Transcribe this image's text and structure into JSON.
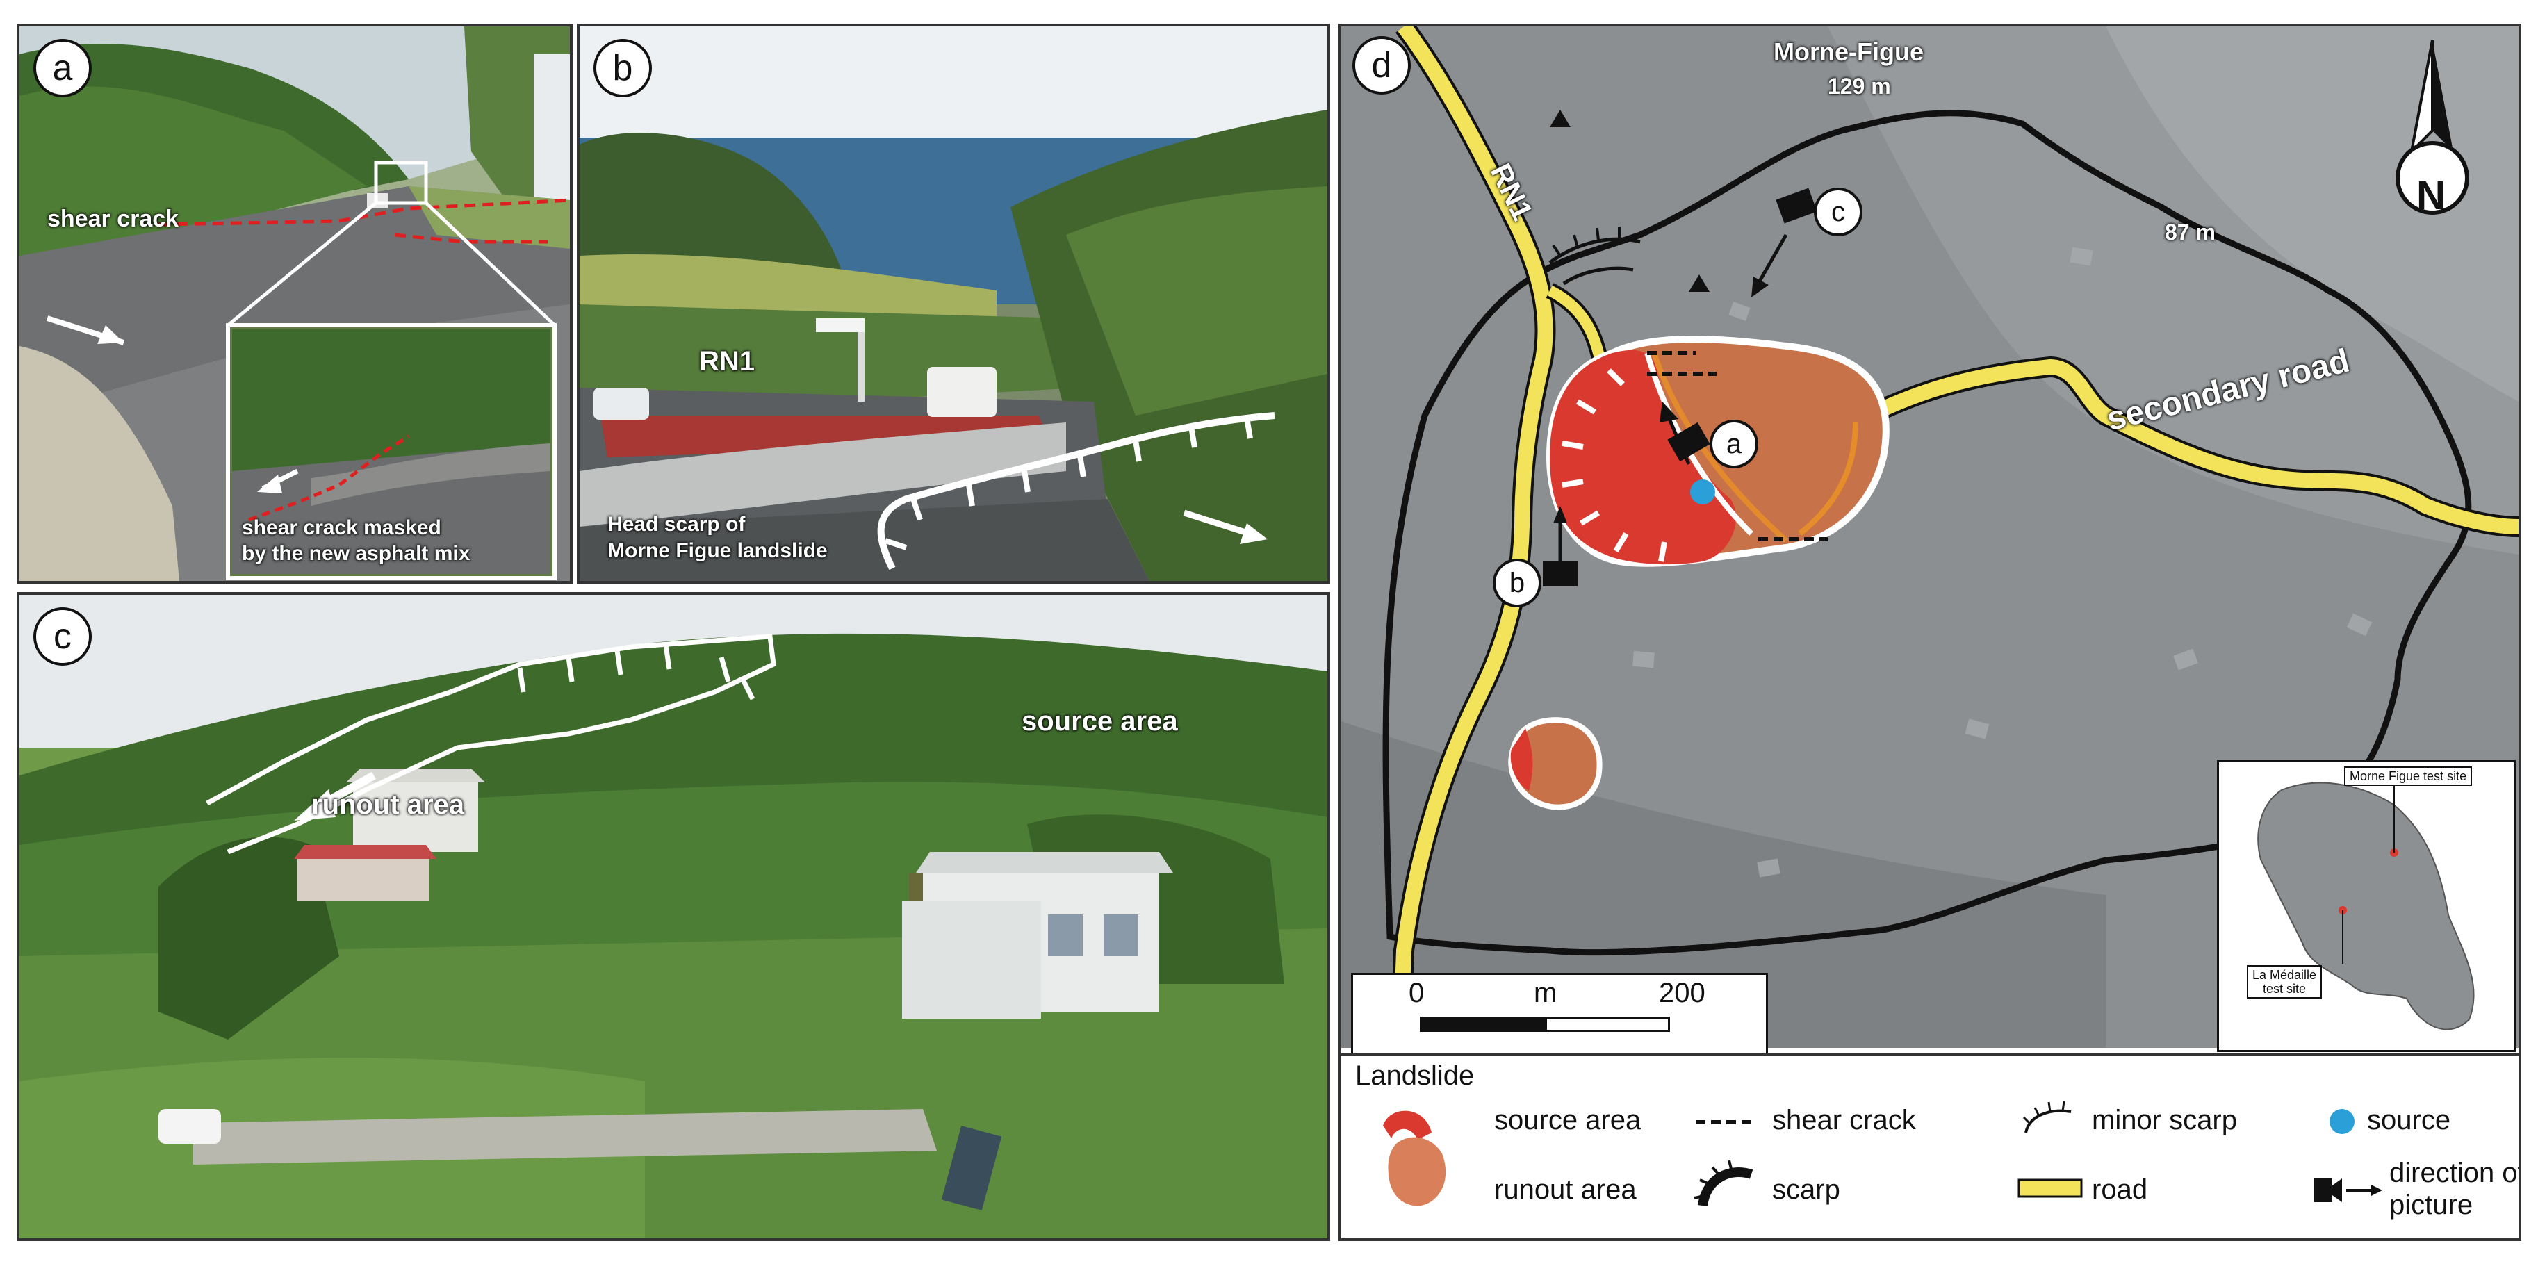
{
  "panels": {
    "a": {
      "letter": "a",
      "shear_crack_label": "shear crack",
      "inset_caption_line1": "shear crack masked",
      "inset_caption_line2": "by the new asphalt mix"
    },
    "b": {
      "letter": "b",
      "road_label": "RN1",
      "caption_line1": "Head scarp of",
      "caption_line2": "Morne Figue landslide"
    },
    "c": {
      "letter": "c",
      "source_label": "source area",
      "runout_label": "runout area"
    },
    "d": {
      "letter": "d",
      "peak1_name": "Morne-Figue",
      "peak1_elev": "129 m",
      "peak2_elev": "87 m",
      "rn1_label": "RN1",
      "secondary_road_label": "secondary road",
      "north_label": "N",
      "photo_markers": [
        "a",
        "b",
        "c"
      ],
      "scale": {
        "zero": "0",
        "unit": "m",
        "max": "200"
      },
      "inset_sites": {
        "site1": "Morne Figue test site",
        "site2_line1": "La Médaille",
        "site2_line2": "test site"
      }
    }
  },
  "legend": {
    "title": "Landslide",
    "items": {
      "source_area": "source area",
      "runout_area": "runout area",
      "shear_crack": "shear crack",
      "scarp": "scarp",
      "minor_scarp": "minor scarp",
      "road": "road",
      "source": "source",
      "direction_line1": "direction of",
      "direction_line2": "picture"
    }
  },
  "colors": {
    "source_area": "#d9392e",
    "runout_area": "#d9805a",
    "road": "#f2e35a",
    "source_point": "#2b9fd8",
    "shear_crack_annotation": "#e02020"
  }
}
